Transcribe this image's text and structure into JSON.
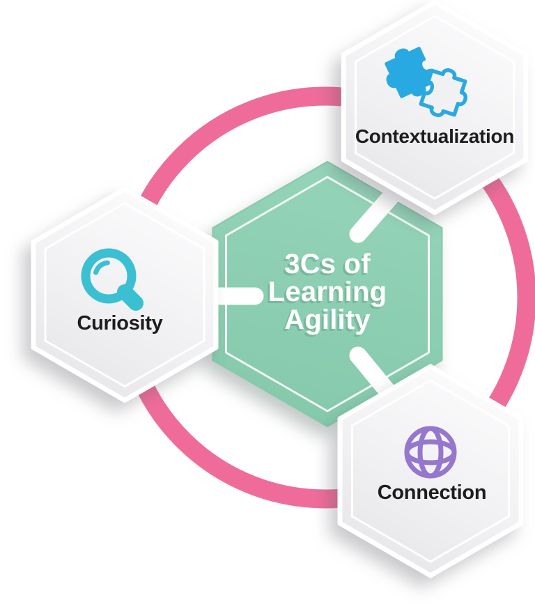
{
  "title": "3Cs of Learning Agility",
  "center_hexagon": {
    "lines": [
      "3Cs of",
      "Learning",
      "Agility"
    ],
    "bg_color": "#8ecfb3",
    "text_color": "#ffffff"
  },
  "nodes": [
    {
      "label": "Contextualization",
      "position": "top-right",
      "icon": "puzzle-pieces-icon",
      "icon_color": "#29a9e1"
    },
    {
      "label": "Curiosity",
      "position": "left",
      "icon": "magnifying-glass-icon",
      "icon_color": "#3bbfd2"
    },
    {
      "label": "Connection",
      "position": "bottom-right",
      "icon": "globe-icon",
      "icon_color": "#9577cd"
    }
  ],
  "ring_color": "#ef6c9a",
  "hexagon_fill": "#f1f1f3",
  "connector_color": "#ffffff",
  "label_color": "#1d1d1f"
}
